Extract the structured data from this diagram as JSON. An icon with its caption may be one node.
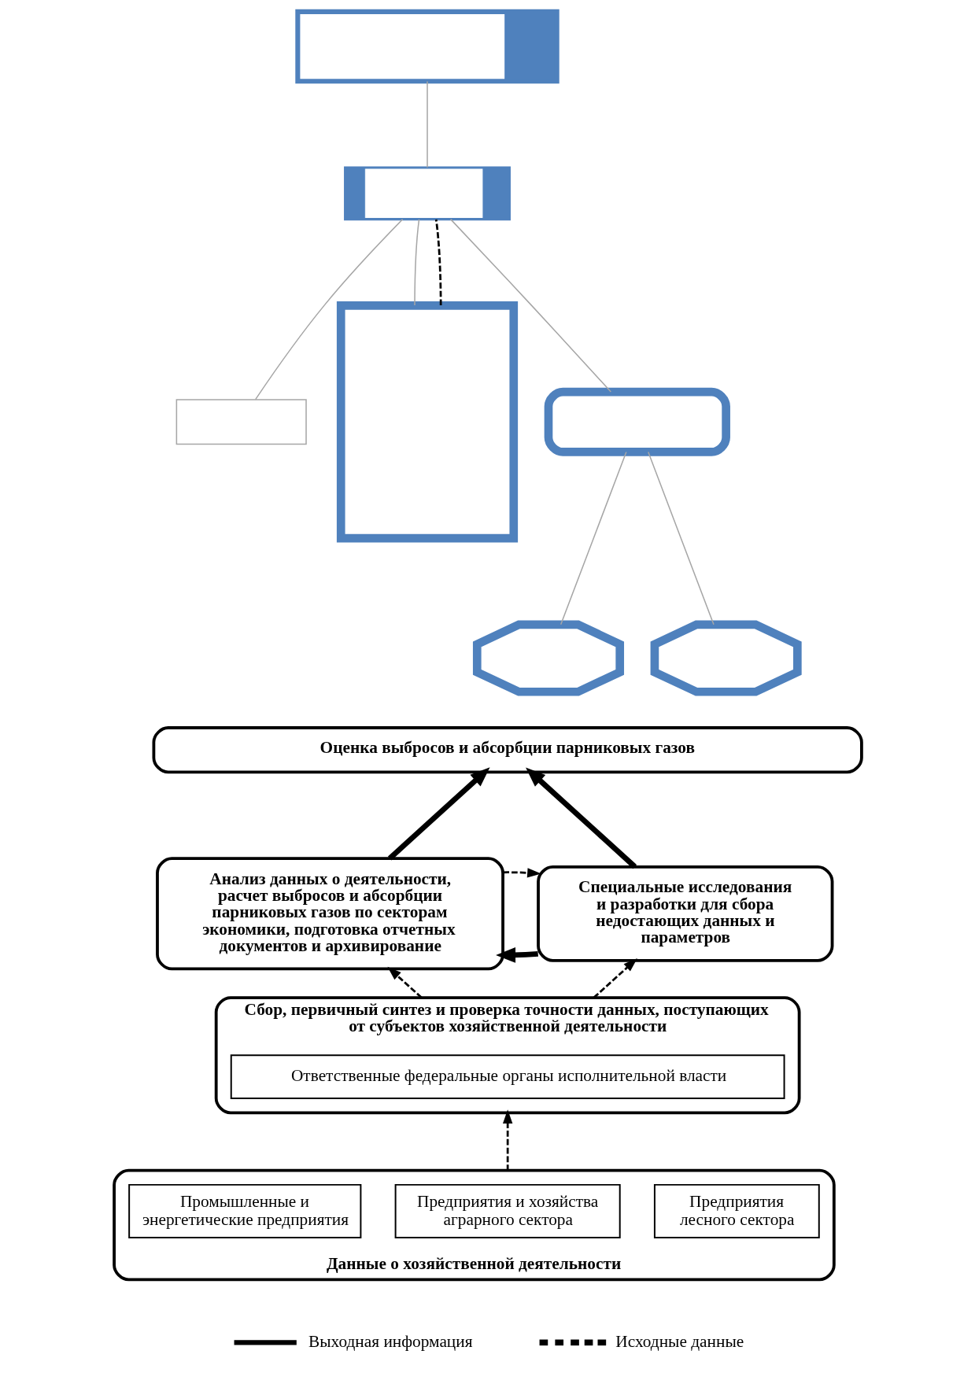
{
  "diagram": {
    "nodes": [
      {
        "text": [],
        "shape": "box"
      },
      {
        "text": [],
        "shape": "box"
      },
      {
        "text": [],
        "shape": "box"
      },
      {
        "text": [],
        "shape": "box"
      },
      {
        "text": [],
        "shape": "box"
      },
      {
        "text": [],
        "shape": "octagon"
      },
      {
        "text": [],
        "shape": "octagon"
      },
      {
        "text": [
          "Оценка выбросов и абсорбции парниковых газов"
        ]
      },
      {
        "text": [
          "Анализ данных о деятельности, расчет выбросов и абсорбции парниковых газов по секторам экономики, подготовка отчетных документов и архивирование"
        ]
      },
      {
        "text": [
          "Специальные исследования и разработки для сбора недостающих данных и параметров"
        ]
      },
      {
        "text": [
          "Сбор, первичный синтез и проверка точности данных, поступающих от субъектов хозяйственной деятельности"
        ]
      },
      {
        "text": [
          "Ответственные федеральные органы исполнительной власти"
        ],
        "in": 10
      },
      {
        "text": [
          "Данные о хозяйственной деятельности"
        ]
      },
      {
        "text": [
          "Промышленные и энергетические предприятия"
        ],
        "in": 12
      },
      {
        "text": [
          "Предприятия и хозяйства аграрного сектора"
        ],
        "in": 12
      },
      {
        "text": [
          "Предприятия лесного сектора"
        ],
        "in": 12
      }
    ],
    "edges": [
      {
        "from": 2,
        "to": 0,
        "arrow": "none",
        "color": "#a6a6a6"
      },
      {
        "from": 1,
        "to": 2,
        "arrow": "none",
        "color": "#a6a6a6"
      },
      {
        "from": 3,
        "to": 2,
        "arrow": "none",
        "color": "#a6a6a6"
      },
      {
        "from": 3,
        "to": 2,
        "arrow": "none",
        "style": "dashed"
      },
      {
        "from": 4,
        "to": 2,
        "arrow": "none",
        "color": "#a6a6a6"
      },
      {
        "from": 5,
        "to": 4,
        "arrow": "none",
        "color": "#a6a6a6"
      },
      {
        "from": 6,
        "to": 4,
        "arrow": "none",
        "color": "#a6a6a6"
      },
      {
        "from": 8,
        "to": 7,
        "arrow": "to",
        "style": "thick"
      },
      {
        "from": 9,
        "to": 7,
        "arrow": "to",
        "style": "thick"
      },
      {
        "from": 8,
        "to": 9,
        "arrow": "to",
        "style": "dashed"
      },
      {
        "from": 9,
        "to": 8,
        "arrow": "to",
        "style": "thick"
      },
      {
        "from": 10,
        "to": 8,
        "arrow": "to",
        "style": "dashed"
      },
      {
        "from": 10,
        "to": 9,
        "arrow": "to",
        "style": "dashed"
      },
      {
        "from": 12,
        "to": 10,
        "arrow": "to",
        "style": "dashed"
      }
    ],
    "legend": [
      {
        "text": "Выходная информация"
      },
      {
        "text": "Исходные данные"
      }
    ]
  }
}
